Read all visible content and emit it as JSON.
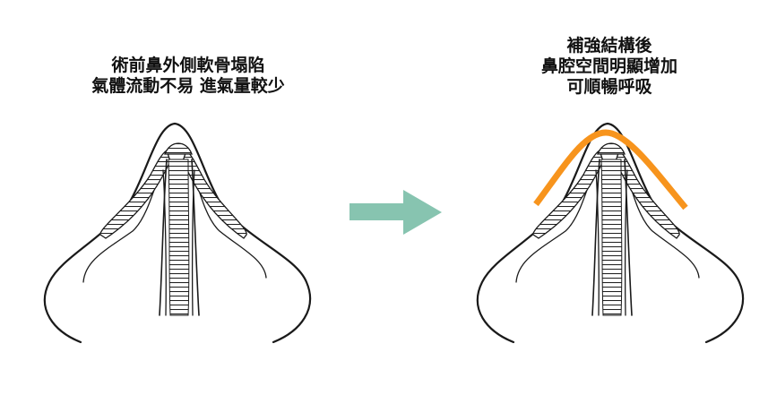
{
  "before": {
    "caption_lines": [
      "術前鼻外側軟骨塌陷",
      "氣體流動不易 進氣量較少"
    ]
  },
  "after": {
    "caption_lines": [
      "補強結構後",
      "鼻腔空間明顯增加",
      "可順暢呼吸"
    ]
  },
  "colors": {
    "arrow": "#87c4b0",
    "reinforcement": "#f7941d",
    "line": "#1a1a1a"
  }
}
